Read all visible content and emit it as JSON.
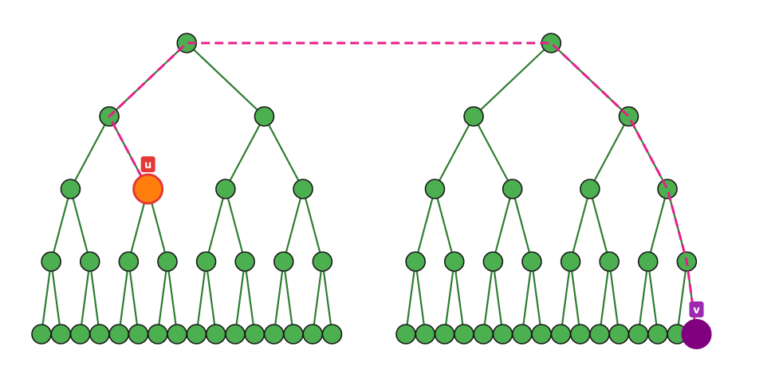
{
  "diagram": {
    "type": "two binary trees with highlighted path",
    "tree_count": 2,
    "depth": 4,
    "colors": {
      "edge": "#2e7d32",
      "node": "#4caf50",
      "node_border": "#1a1a1a",
      "path": "#e91e8c",
      "start_node": "#ff7f0e",
      "start_tag": "#e53935",
      "end_node": "#800080",
      "end_tag": "#9c27b0"
    },
    "start": {
      "label": "u",
      "tree": 0,
      "level": 2,
      "index": 1
    },
    "end": {
      "label": "v",
      "tree": 1,
      "level": 4,
      "index": 15
    },
    "path": [
      {
        "tree": 0,
        "level": 2,
        "index": 1
      },
      {
        "tree": 0,
        "level": 1,
        "index": 0
      },
      {
        "tree": 0,
        "level": 0,
        "index": 0
      },
      {
        "tree": 1,
        "level": 0,
        "index": 0
      },
      {
        "tree": 1,
        "level": 1,
        "index": 1
      },
      {
        "tree": 1,
        "level": 2,
        "index": 3
      },
      {
        "tree": 1,
        "level": 3,
        "index": 7
      },
      {
        "tree": 1,
        "level": 4,
        "index": 15
      }
    ]
  }
}
